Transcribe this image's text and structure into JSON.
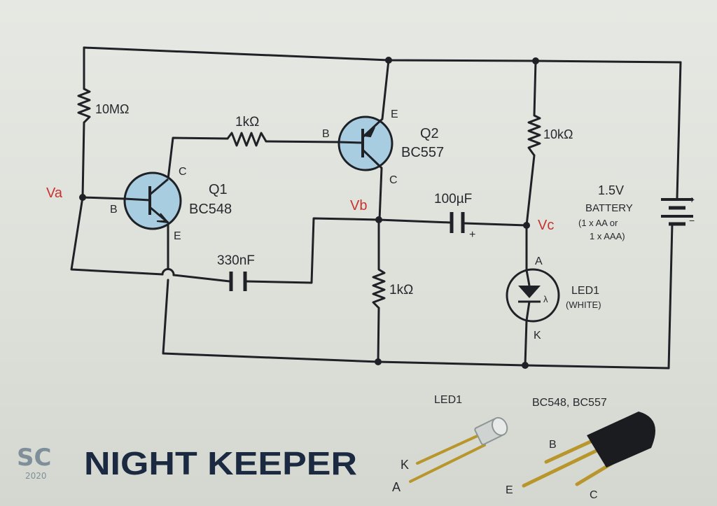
{
  "diagram": {
    "title": "NIGHT KEEPER",
    "logo": {
      "letters": "SC",
      "year": "2020"
    },
    "nodes": {
      "va": "Va",
      "vb": "Vb",
      "vc": "Vc"
    },
    "components": {
      "r_10m": "10MΩ",
      "r_1k_base": "1kΩ",
      "r_10k": "10kΩ",
      "r_1k_low": "1kΩ",
      "c_330n": "330nF",
      "c_100u": "100µF",
      "q1": {
        "ref": "Q1",
        "part": "BC548",
        "b": "B",
        "c": "C",
        "e": "E"
      },
      "q2": {
        "ref": "Q2",
        "part": "BC557",
        "b": "B",
        "c": "C",
        "e": "E"
      },
      "led": {
        "ref": "LED1",
        "color": "(WHITE)",
        "a": "A",
        "k": "K",
        "lambda": "λ"
      },
      "battery": {
        "voltage": "1.5V",
        "name": "BATTERY",
        "note1": "(1 x AA or",
        "note2": "1 x AAA)",
        "plus": "+",
        "minus": "−"
      },
      "c100_plus": "+"
    },
    "pinouts": {
      "led_title": "LED1",
      "led_k": "K",
      "led_a": "A",
      "trans_title": "BC548, BC557",
      "trans_b": "B",
      "trans_e": "E",
      "trans_c": "C"
    }
  },
  "colors": {
    "transistor_fill": "#a9cde0",
    "node_label": "#c8322e",
    "wire": "#1e2126",
    "title": "#1b2a40",
    "lead": "#b8962c"
  }
}
